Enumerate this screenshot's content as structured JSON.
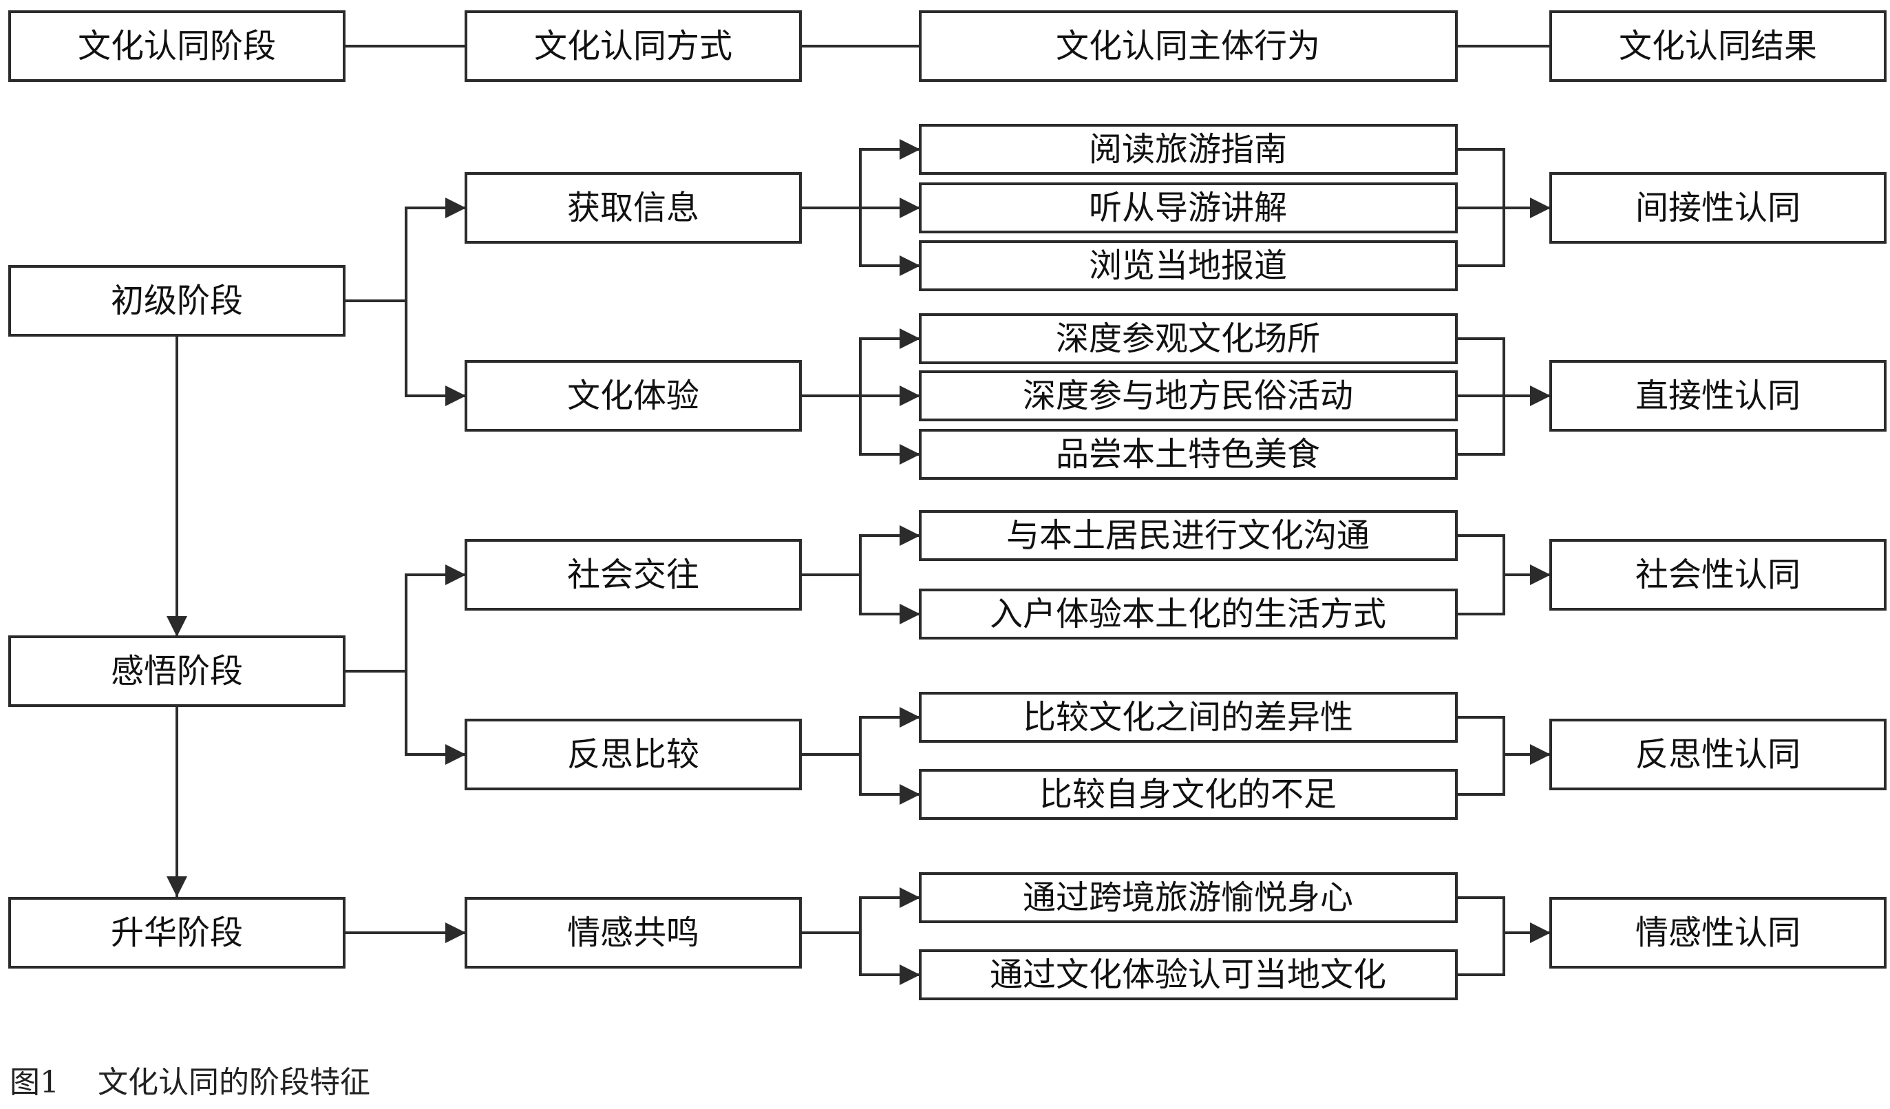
{
  "header": {
    "stage": "文化认同阶段",
    "method": "文化认同方式",
    "behavior": "文化认同主体行为",
    "result": "文化认同结果"
  },
  "stages": [
    "初级阶段",
    "感悟阶段",
    "升华阶段"
  ],
  "methods": [
    "获取信息",
    "文化体验",
    "社会交往",
    "反思比较",
    "情感共鸣"
  ],
  "behaviors": [
    "阅读旅游指南",
    "听从导游讲解",
    "浏览当地报道",
    "深度参观文化场所",
    "深度参与地方民俗活动",
    "品尝本土特色美食",
    "与本土居民进行文化沟通",
    "入户体验本土化的生活方式",
    "比较文化之间的差异性",
    "比较自身文化的不足",
    "通过跨境旅游愉悦身心",
    "通过文化体验认可当地文化"
  ],
  "results": [
    "间接性认同",
    "直接性认同",
    "社会性认同",
    "反思性认同",
    "情感性认同"
  ],
  "caption": {
    "label": "图1",
    "title": "文化认同的阶段特征"
  }
}
